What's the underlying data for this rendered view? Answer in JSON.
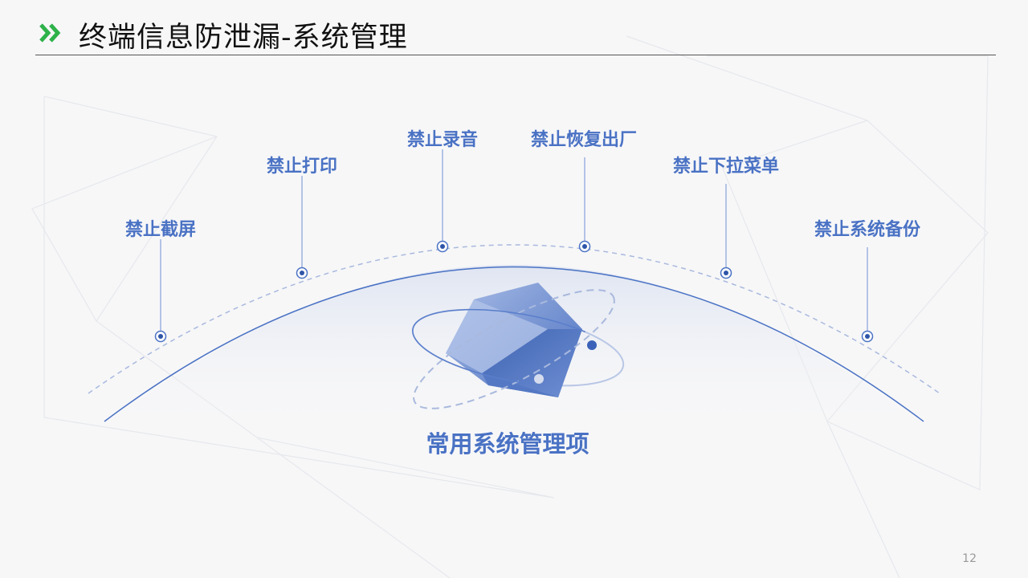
{
  "header": {
    "title": "终端信息防泄漏-系统管理",
    "icon": "double-chevron-right-icon",
    "icon_color": "#2eb24a"
  },
  "center": {
    "label": "常用系统管理项"
  },
  "items": [
    {
      "label": "禁止截屏"
    },
    {
      "label": "禁止打印"
    },
    {
      "label": "禁止录音"
    },
    {
      "label": "禁止恢复出厂"
    },
    {
      "label": "禁止下拉菜单"
    },
    {
      "label": "禁止系统备份"
    }
  ],
  "page_number": "12",
  "colors": {
    "accent": "#4a72c4",
    "title": "#111111"
  }
}
